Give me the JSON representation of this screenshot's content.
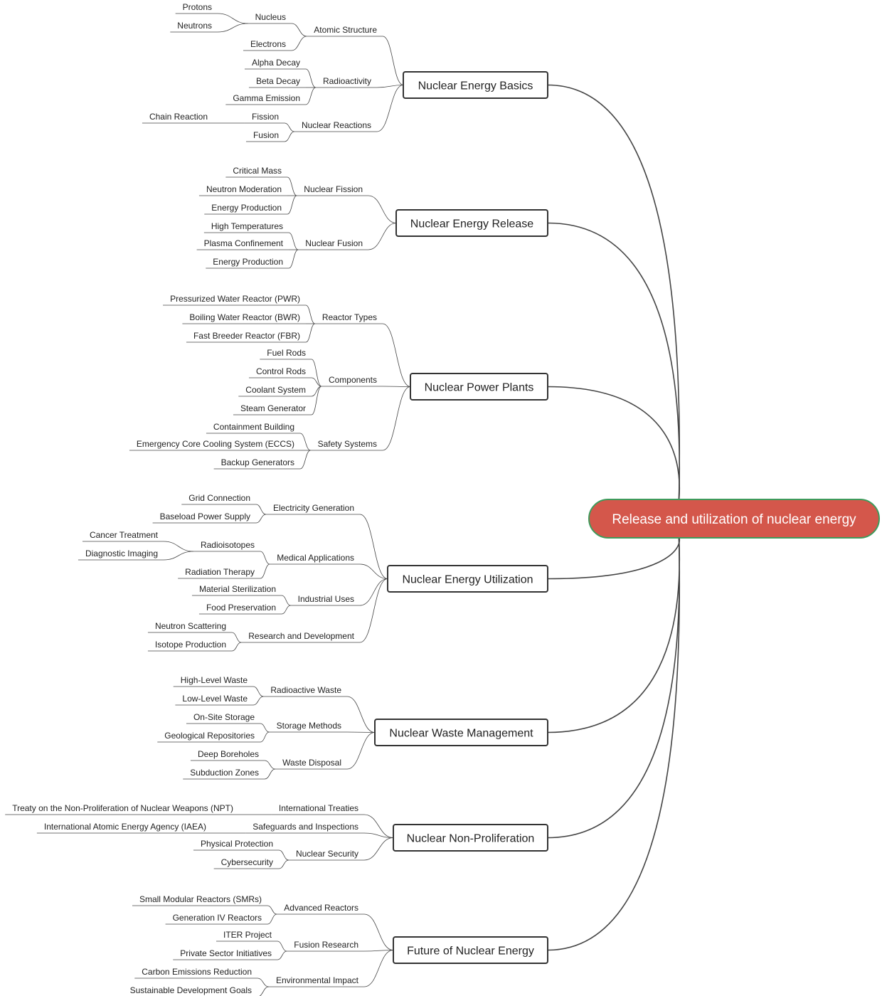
{
  "colors": {
    "root_fill": "#d4574b",
    "root_stroke": "#3e9b5c",
    "root_text": "#ffffff",
    "branch_stroke": "#333333",
    "line": "#444444",
    "text": "#222222"
  },
  "root": {
    "label": "Release and utilization of nuclear energy"
  },
  "branches": [
    {
      "label": "Nuclear Energy Basics",
      "children": [
        {
          "label": "Atomic Structure",
          "children": [
            {
              "label": "Nucleus",
              "children": [
                {
                  "label": "Protons"
                },
                {
                  "label": "Neutrons"
                }
              ]
            },
            {
              "label": "Electrons"
            }
          ]
        },
        {
          "label": "Radioactivity",
          "children": [
            {
              "label": "Alpha Decay"
            },
            {
              "label": "Beta Decay"
            },
            {
              "label": "Gamma Emission"
            }
          ]
        },
        {
          "label": "Nuclear Reactions",
          "children": [
            {
              "label": "Fission",
              "children": [
                {
                  "label": "Chain Reaction"
                }
              ]
            },
            {
              "label": "Fusion"
            }
          ]
        }
      ]
    },
    {
      "label": "Nuclear Energy Release",
      "children": [
        {
          "label": "Nuclear Fission",
          "children": [
            {
              "label": "Critical Mass"
            },
            {
              "label": "Neutron Moderation"
            },
            {
              "label": "Energy Production"
            }
          ]
        },
        {
          "label": "Nuclear Fusion",
          "children": [
            {
              "label": "High Temperatures"
            },
            {
              "label": "Plasma Confinement"
            },
            {
              "label": "Energy Production"
            }
          ]
        }
      ]
    },
    {
      "label": "Nuclear Power Plants",
      "children": [
        {
          "label": "Reactor Types",
          "children": [
            {
              "label": "Pressurized Water Reactor (PWR)"
            },
            {
              "label": "Boiling Water Reactor (BWR)"
            },
            {
              "label": "Fast Breeder Reactor (FBR)"
            }
          ]
        },
        {
          "label": "Components",
          "children": [
            {
              "label": "Fuel Rods"
            },
            {
              "label": "Control Rods"
            },
            {
              "label": "Coolant System"
            },
            {
              "label": "Steam Generator"
            }
          ]
        },
        {
          "label": "Safety Systems",
          "children": [
            {
              "label": "Containment Building"
            },
            {
              "label": "Emergency Core Cooling System (ECCS)"
            },
            {
              "label": "Backup Generators"
            }
          ]
        }
      ]
    },
    {
      "label": "Nuclear Energy Utilization",
      "children": [
        {
          "label": "Electricity Generation",
          "children": [
            {
              "label": "Grid Connection"
            },
            {
              "label": "Baseload Power Supply"
            }
          ]
        },
        {
          "label": "Medical Applications",
          "children": [
            {
              "label": "Radioisotopes",
              "children": [
                {
                  "label": "Cancer Treatment"
                },
                {
                  "label": "Diagnostic Imaging"
                }
              ]
            },
            {
              "label": "Radiation Therapy"
            }
          ]
        },
        {
          "label": "Industrial Uses",
          "children": [
            {
              "label": "Material Sterilization"
            },
            {
              "label": "Food Preservation"
            }
          ]
        },
        {
          "label": "Research and Development",
          "children": [
            {
              "label": "Neutron Scattering"
            },
            {
              "label": "Isotope Production"
            }
          ]
        }
      ]
    },
    {
      "label": "Nuclear Waste Management",
      "children": [
        {
          "label": "Radioactive Waste",
          "children": [
            {
              "label": "High-Level Waste"
            },
            {
              "label": "Low-Level Waste"
            }
          ]
        },
        {
          "label": "Storage Methods",
          "children": [
            {
              "label": "On-Site Storage"
            },
            {
              "label": "Geological Repositories"
            }
          ]
        },
        {
          "label": "Waste Disposal",
          "children": [
            {
              "label": "Deep Boreholes"
            },
            {
              "label": "Subduction Zones"
            }
          ]
        }
      ]
    },
    {
      "label": "Nuclear Non-Proliferation",
      "children": [
        {
          "label": "International Treaties",
          "children": [
            {
              "label": "Treaty on the Non-Proliferation of Nuclear Weapons (NPT)"
            }
          ]
        },
        {
          "label": "Safeguards and Inspections",
          "children": [
            {
              "label": "International Atomic Energy Agency (IAEA)"
            }
          ]
        },
        {
          "label": "Nuclear Security",
          "children": [
            {
              "label": "Physical Protection"
            },
            {
              "label": "Cybersecurity"
            }
          ]
        }
      ]
    },
    {
      "label": "Future of Nuclear Energy",
      "children": [
        {
          "label": "Advanced Reactors",
          "children": [
            {
              "label": "Small Modular Reactors (SMRs)"
            },
            {
              "label": "Generation IV Reactors"
            }
          ]
        },
        {
          "label": "Fusion Research",
          "children": [
            {
              "label": "ITER Project"
            },
            {
              "label": "Private Sector Initiatives"
            }
          ]
        },
        {
          "label": "Environmental Impact",
          "children": [
            {
              "label": "Carbon Emissions Reduction"
            },
            {
              "label": "Sustainable Development Goals"
            }
          ]
        }
      ]
    }
  ]
}
